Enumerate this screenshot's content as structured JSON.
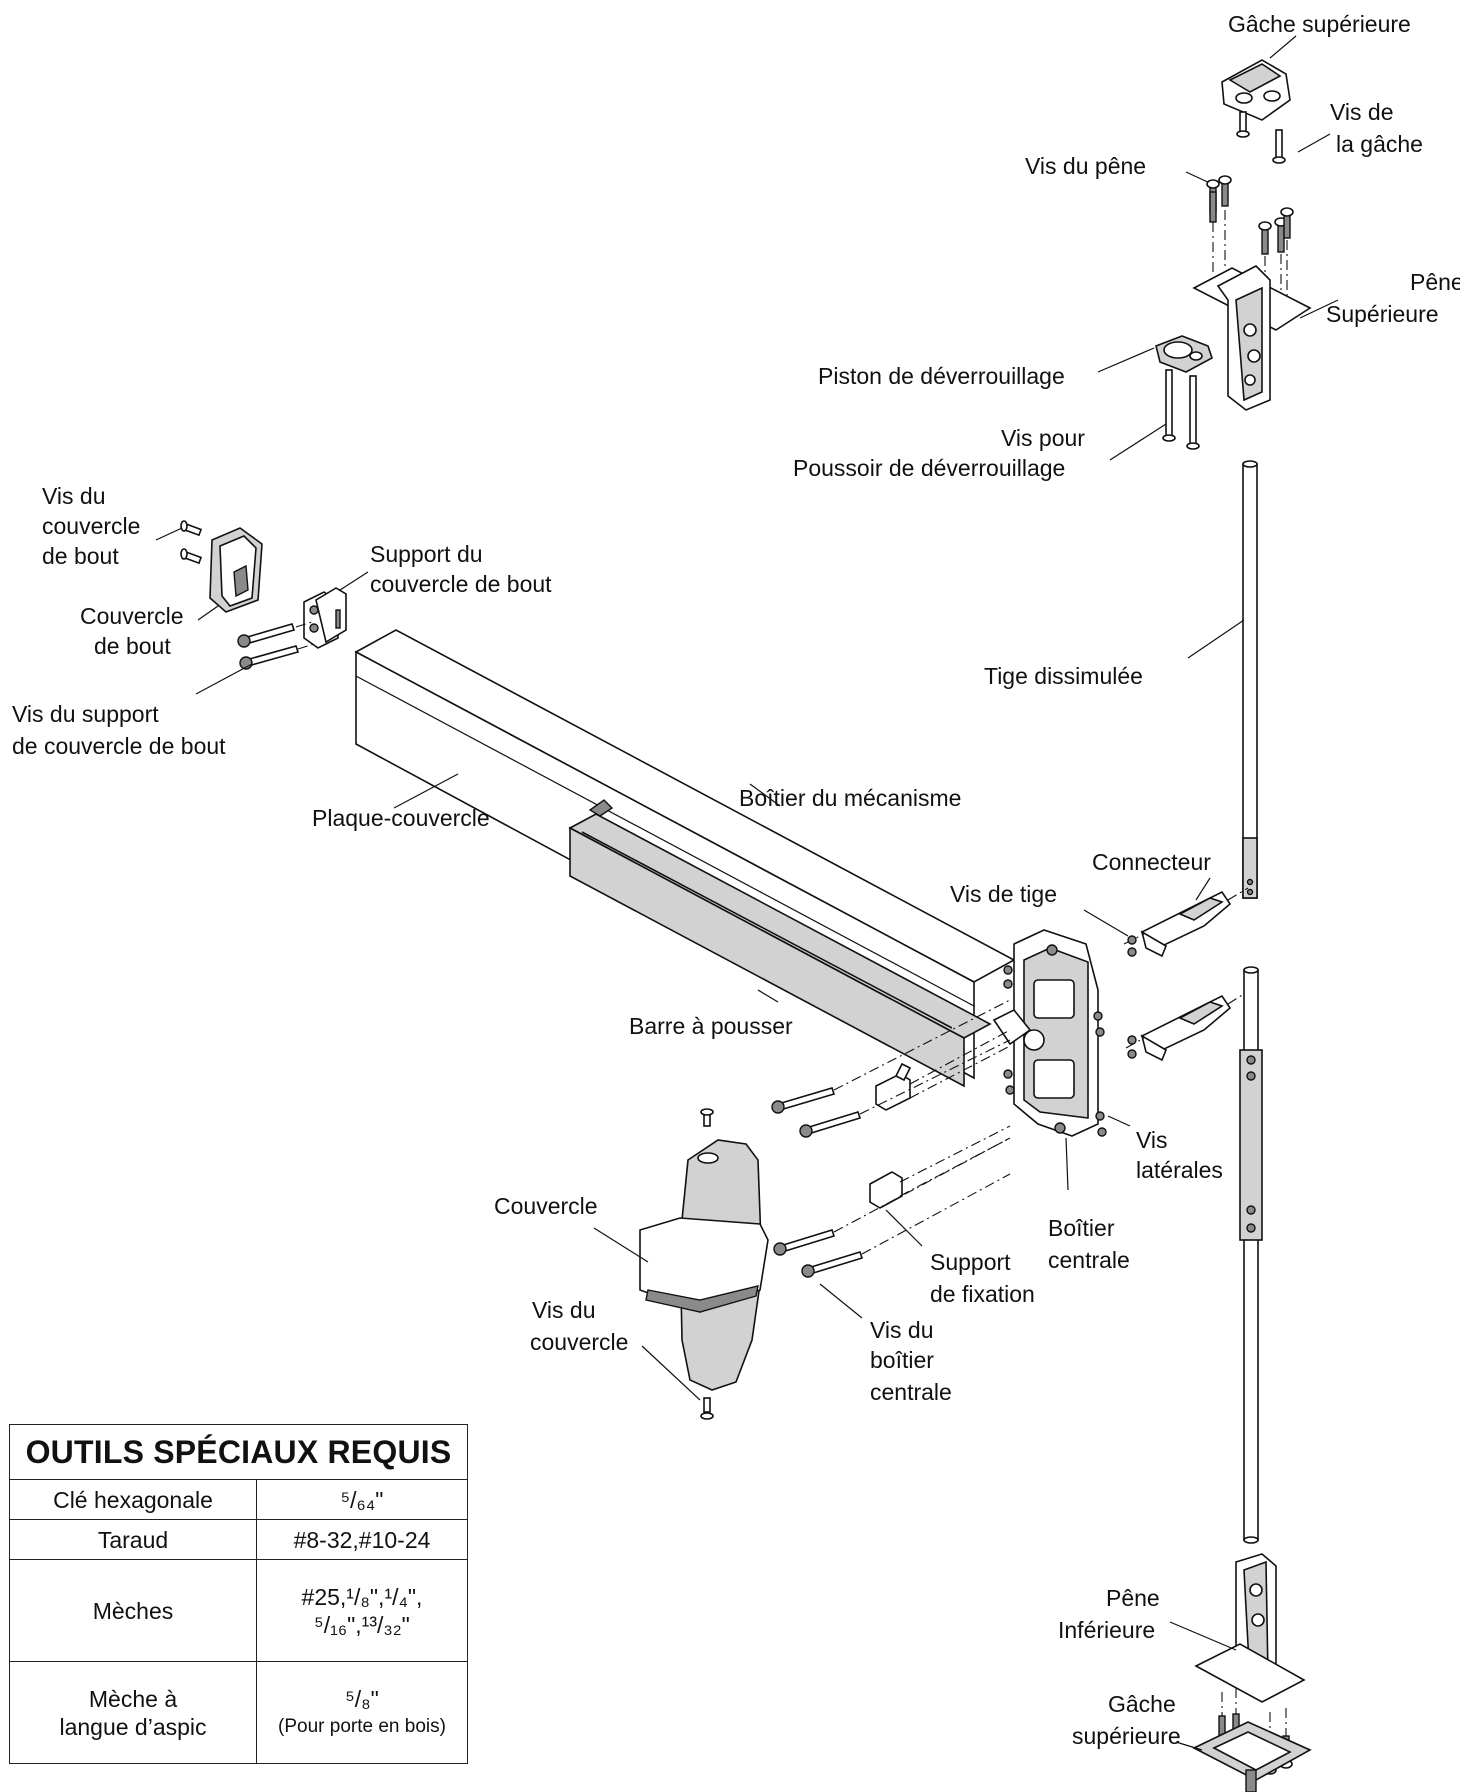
{
  "labels": {
    "top_strike": "Gâche supérieure",
    "strike_screws_1": "Vis de",
    "strike_screws_2": "la gâche",
    "latch_screws": "Vis du pêne",
    "top_latch_1": "Pêne",
    "top_latch_2": "Supérieure",
    "release_piston": "Piston de déverrouillage",
    "release_screws_1": "Vis pour",
    "release_screws_2": "Poussoir de déverrouillage",
    "endcap_screws_1": "Vis du",
    "endcap_screws_2": "couvercle",
    "endcap_screws_3": "de bout",
    "endcap_bracket_1": "Support du",
    "endcap_bracket_2": "couvercle de bout",
    "endcap_1": "Couvercle",
    "endcap_2": "de bout",
    "endcap_bracket_screws_1": "Vis du support",
    "endcap_bracket_screws_2": "de couvercle de bout",
    "concealed_rod": "Tige dissimulée",
    "cover_plate": "Plaque-couvercle",
    "mech_case": "Boîtier du mécanisme",
    "connector": "Connecteur",
    "rod_screws": "Vis de tige",
    "push_bar": "Barre à pousser",
    "side_screws_1": "Vis",
    "side_screws_2": "latérales",
    "cover": "Couvercle",
    "center_case_1": "Boîtier",
    "center_case_2": "centrale",
    "mount_bracket_1": "Support",
    "mount_bracket_2": "de fixation",
    "cover_screws_1": "Vis du",
    "cover_screws_2": "couvercle",
    "center_case_screws_1": "Vis du",
    "center_case_screws_2": "boîtier",
    "center_case_screws_3": "centrale",
    "bottom_latch_1": "Pêne",
    "bottom_latch_2": "Inférieure",
    "bottom_strike_1": "Gâche",
    "bottom_strike_2": "supérieure"
  },
  "tools_table": {
    "title": "OUTILS SPÉCIAUX REQUIS",
    "rows": [
      {
        "tool": "Clé hexagonale",
        "spec": "⁵/₆₄\""
      },
      {
        "tool": "Taraud",
        "spec": "#8-32,#10-24"
      },
      {
        "tool": "Mèches",
        "spec": "#25,¹/₈\",¹/₄\",",
        "spec2": "⁵/₁₆\",¹³/₃₂\""
      },
      {
        "tool": "Mèche à",
        "tool2": "langue d’aspic",
        "spec": "⁵/₈\"",
        "spec2": "(Pour porte en bois)"
      }
    ]
  }
}
